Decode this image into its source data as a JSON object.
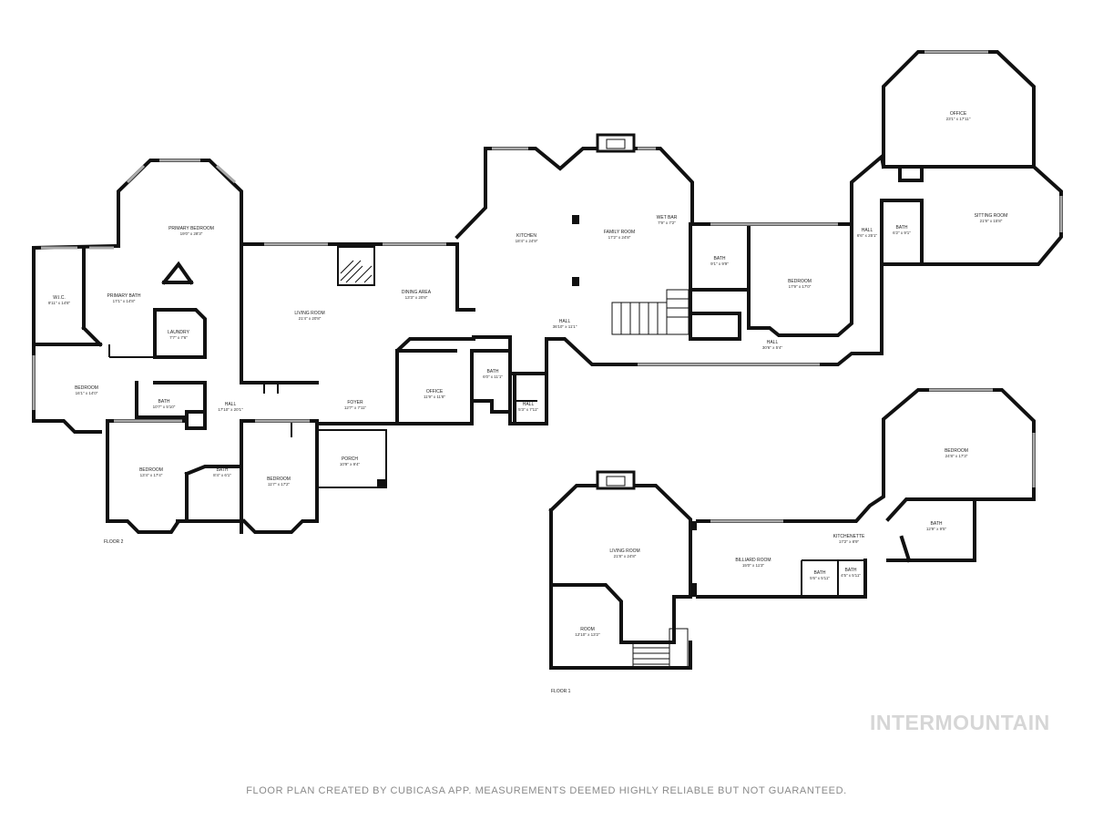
{
  "floors": [
    {
      "label": "FLOOR 2",
      "rooms": [
        {
          "name": "PRIMARY BEDROOM",
          "dims": "19'0\" x 28'3\""
        },
        {
          "name": "W.I.C.",
          "dims": "9'11\" x 14'8\""
        },
        {
          "name": "PRIMARY BATH",
          "dims": "17'1\" x 14'8\""
        },
        {
          "name": "LAUNDRY",
          "dims": "7'7\" x 7'6\""
        },
        {
          "name": "LIVING ROOM",
          "dims": "21'4\" x 20'8\""
        },
        {
          "name": "DINING AREA",
          "dims": "13'3\" x 20'8\""
        },
        {
          "name": "KITCHEN",
          "dims": "18'4\" x 24'9\""
        },
        {
          "name": "FAMILY ROOM",
          "dims": "17'2\" x 24'8\""
        },
        {
          "name": "WET BAR",
          "dims": "7'9\" x 7'2\""
        },
        {
          "name": "BATH",
          "dims": "9'1\" x 9'9\""
        },
        {
          "name": "BEDROOM",
          "dims": "17'9\" x 17'0\""
        },
        {
          "name": "HALL",
          "dims": "30'6\" x 5'4\""
        },
        {
          "name": "HALL",
          "dims": "36'10\" x 11'1\""
        },
        {
          "name": "OFFICE",
          "dims": "23'1\" x 17'11\""
        },
        {
          "name": "SITTING ROOM",
          "dims": "21'9\" x 15'8\""
        },
        {
          "name": "HALL",
          "dims": "6'6\" x 25'1\""
        },
        {
          "name": "BATH",
          "dims": "6'2\" x 9'1\""
        },
        {
          "name": "BEDROOM",
          "dims": "16'1\" x 14'0\""
        },
        {
          "name": "BATH",
          "dims": "10'7\" x 5'10\""
        },
        {
          "name": "HALL",
          "dims": "17'10\" x 20'1\""
        },
        {
          "name": "FOYER",
          "dims": "12'7\" x 7'11\""
        },
        {
          "name": "OFFICE",
          "dims": "11'9\" x 11'8\""
        },
        {
          "name": "BATH",
          "dims": "6'0\" x 11'1\""
        },
        {
          "name": "HALL",
          "dims": "5'3\" x 7'11\""
        },
        {
          "name": "BEDROOM",
          "dims": "13'4\" x 17'4\""
        },
        {
          "name": "BATH",
          "dims": "8'4\" x 6'1\""
        },
        {
          "name": "BEDROOM",
          "dims": "11'7\" x 17'2\""
        },
        {
          "name": "PORCH",
          "dims": "10'9\" x 9'4\""
        }
      ]
    },
    {
      "label": "FLOOR 1",
      "rooms": [
        {
          "name": "BEDROOM",
          "dims": "24'8\" x 17'3\""
        },
        {
          "name": "BATH",
          "dims": "12'9\" x 9'5\""
        },
        {
          "name": "KITCHENETTE",
          "dims": "17'2\" x 8'9\""
        },
        {
          "name": "BILLIARD ROOM",
          "dims": "15'0\" x 11'3\""
        },
        {
          "name": "BATH",
          "dims": "5'6\" x 5'11\""
        },
        {
          "name": "BATH",
          "dims": "4'5\" x 5'11\""
        },
        {
          "name": "LIVING ROOM",
          "dims": "21'8\" x 24'8\""
        },
        {
          "name": "ROOM",
          "dims": "12'10\" x 13'2\""
        }
      ]
    }
  ],
  "watermark": "INTERMOUNTAIN",
  "disclaimer": "FLOOR PLAN CREATED BY CUBICASA APP. MEASUREMENTS DEEMED HIGHLY RELIABLE BUT NOT GUARANTEED."
}
